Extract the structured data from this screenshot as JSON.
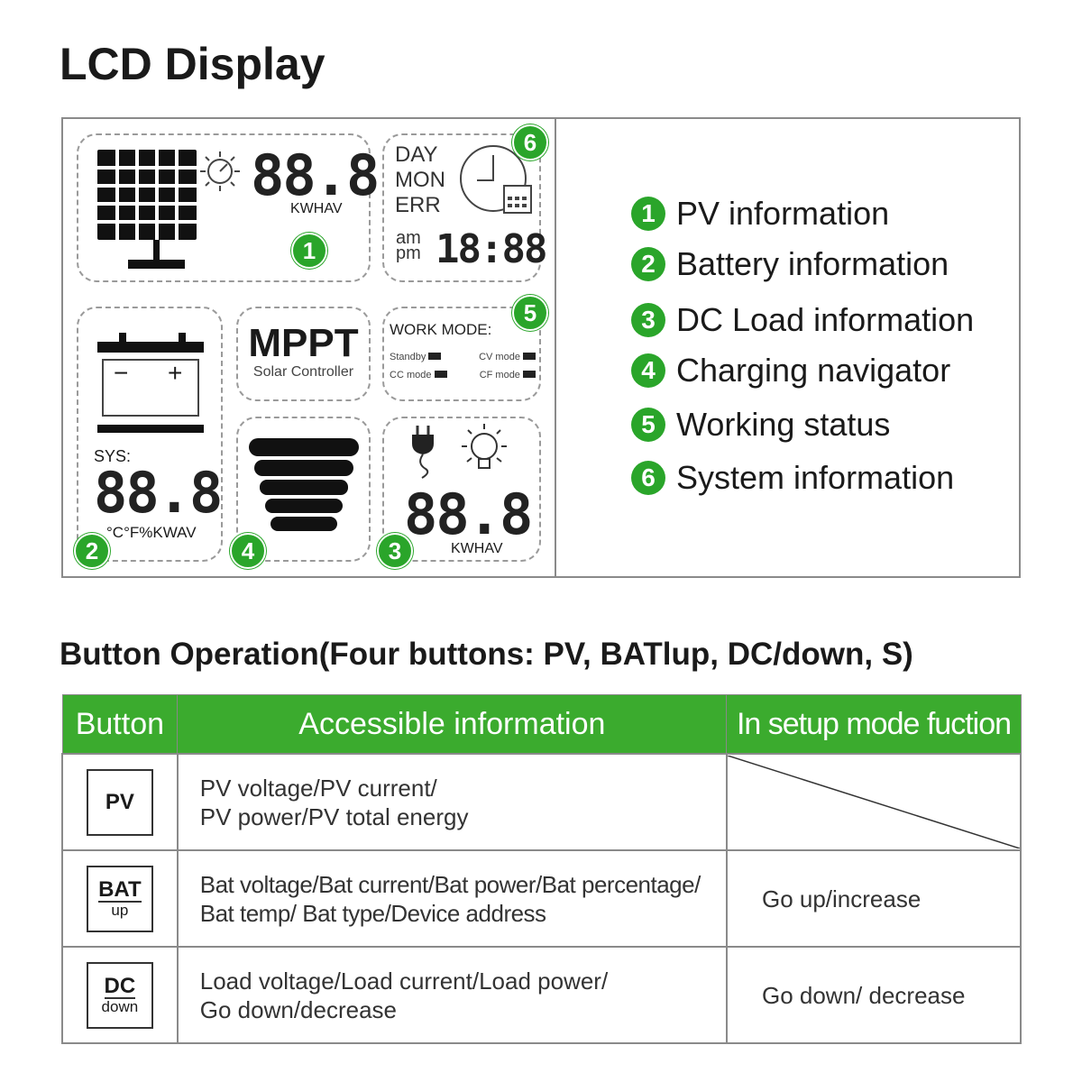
{
  "headings": {
    "lcd": "LCD Display",
    "buttons": "Button Operation(Four buttons: PV, BATlup, DC/down, S)"
  },
  "lcd": {
    "pv_value": "88.8",
    "pv_units": "KWHAV",
    "day_labels": [
      "DAY",
      "MON",
      "ERR"
    ],
    "ampm": [
      "am",
      "pm"
    ],
    "time": "18:88",
    "mppt_title": "MPPT",
    "mppt_sub": "Solar Controller",
    "work_mode_title": "WORK MODE:",
    "work_modes": [
      "Standby",
      "CV mode",
      "CC mode",
      "CF mode"
    ],
    "battery_minus": "−",
    "battery_plus": "+",
    "sys_label": "SYS:",
    "battery_value": "88.8",
    "battery_units": "°C°F%KWAV",
    "load_value": "88.8",
    "load_units": "KWHAV"
  },
  "badges": [
    "1",
    "2",
    "3",
    "4",
    "5",
    "6"
  ],
  "legend": [
    {
      "num": "1",
      "label": "PV information"
    },
    {
      "num": "2",
      "label": "Battery information"
    },
    {
      "num": "3",
      "label": "DC Load information"
    },
    {
      "num": "4",
      "label": "Charging navigator"
    },
    {
      "num": "5",
      "label": "Working status"
    },
    {
      "num": "6",
      "label": "System information"
    }
  ],
  "table": {
    "headers": [
      "Button",
      "Accessible information",
      "In setup mode fuction"
    ],
    "rows": [
      {
        "btn_top": "PV",
        "btn_bottom": "",
        "info": [
          "PV voltage/PV current/",
          "PV power/PV total energy"
        ],
        "setup": ""
      },
      {
        "btn_top": "BAT",
        "btn_bottom": "up",
        "info": [
          "Bat voltage/Bat current/Bat power/Bat percentage/",
          "Bat temp/ Bat type/Device address"
        ],
        "setup": "Go up/increase"
      },
      {
        "btn_top": "DC",
        "btn_bottom": "down",
        "info": [
          "Load voltage/Load current/Load power/",
          "Go down/decrease"
        ],
        "setup": "Go down/ decrease"
      }
    ]
  },
  "colors": {
    "accent": "#2aa52a",
    "header_bg": "#3bab2e"
  }
}
